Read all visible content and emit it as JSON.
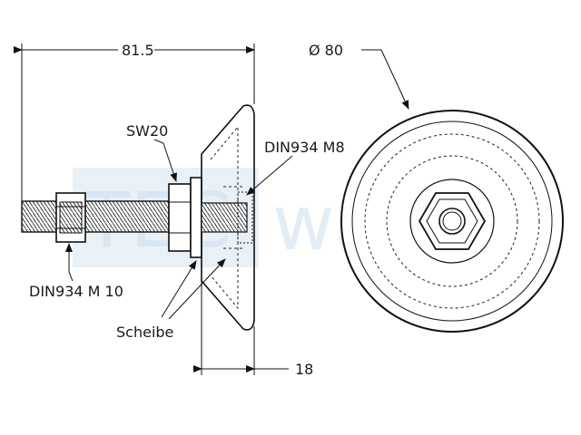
{
  "watermark": {
    "text": "walter",
    "badge": "TEC",
    "color": "#cfe0ee"
  },
  "dimensions": {
    "total_length": "81.5",
    "diameter": "Ø 80",
    "base_height": "18"
  },
  "labels": {
    "wrench_size": "SW20",
    "nut_m8": "DIN934 M8",
    "nut_m10": "DIN934 M 10",
    "washer": "Scheibe"
  }
}
